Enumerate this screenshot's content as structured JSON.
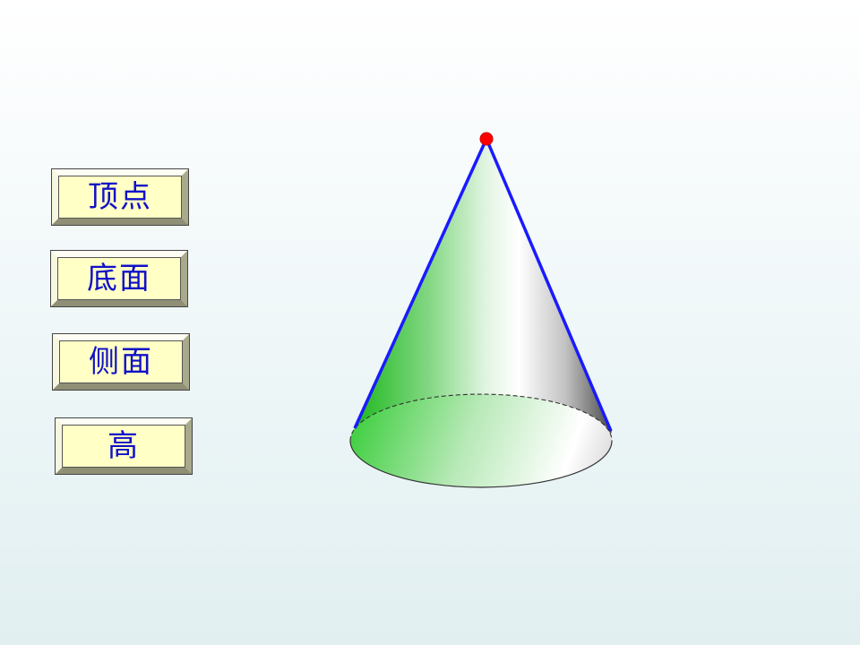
{
  "buttons": {
    "vertex_label": "顶点",
    "base_label": "底面",
    "lateral_label": "侧面",
    "height_label": "高"
  },
  "diagram": {
    "shape": "cone",
    "colors": {
      "lateral_face": "#1db81d",
      "base_face": "#33cc33",
      "generatrix_lines": "#1a1aff",
      "apex_point": "#ff0000",
      "hidden_edge": "#333333"
    }
  }
}
